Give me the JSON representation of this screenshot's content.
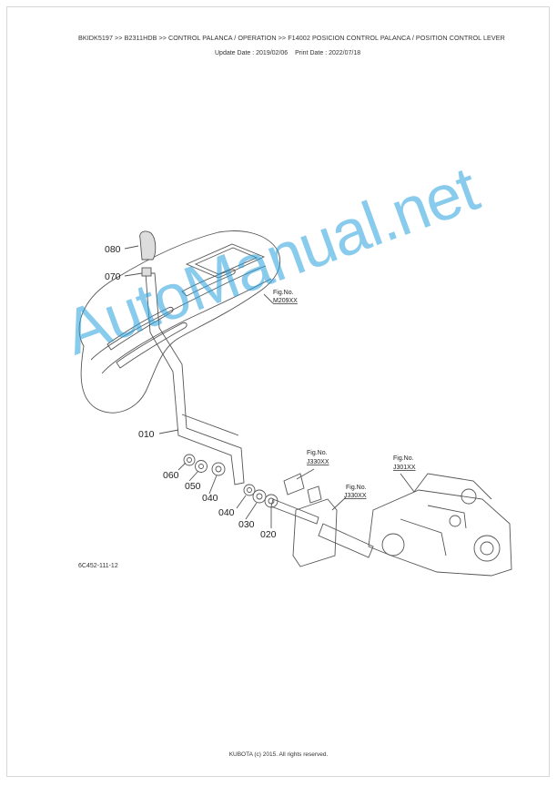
{
  "header": {
    "breadcrumb": "BKIDK5197 >> B2311HDB >> CONTROL PALANCA / OPERATION >> F14002   POSICION CONTROL PALANCA / POSITION CONTROL LEVER",
    "update_date": "Update Date : 2019/02/06",
    "print_date": "Print Date : 2022/07/18"
  },
  "callouts": {
    "p080": "080",
    "p070": "070",
    "p010": "010",
    "p060": "060",
    "p050": "050",
    "p040a": "040",
    "p040b": "040",
    "p030": "030",
    "p020": "020"
  },
  "figure_refs": {
    "m209_label": "Fig.No.",
    "m209_value": "M209XX",
    "j330a_label": "Fig.No.",
    "j330a_value": "J330XX",
    "j330b_label": "Fig.No.",
    "j330b_value": "J330XX",
    "j301_label": "Fig.No.",
    "j301_value": "J301XX"
  },
  "drawing_code": "6C452-111-12",
  "footer": "KUBOTA (c) 2015. All rights reserved.",
  "watermark": "AutoManual.net"
}
